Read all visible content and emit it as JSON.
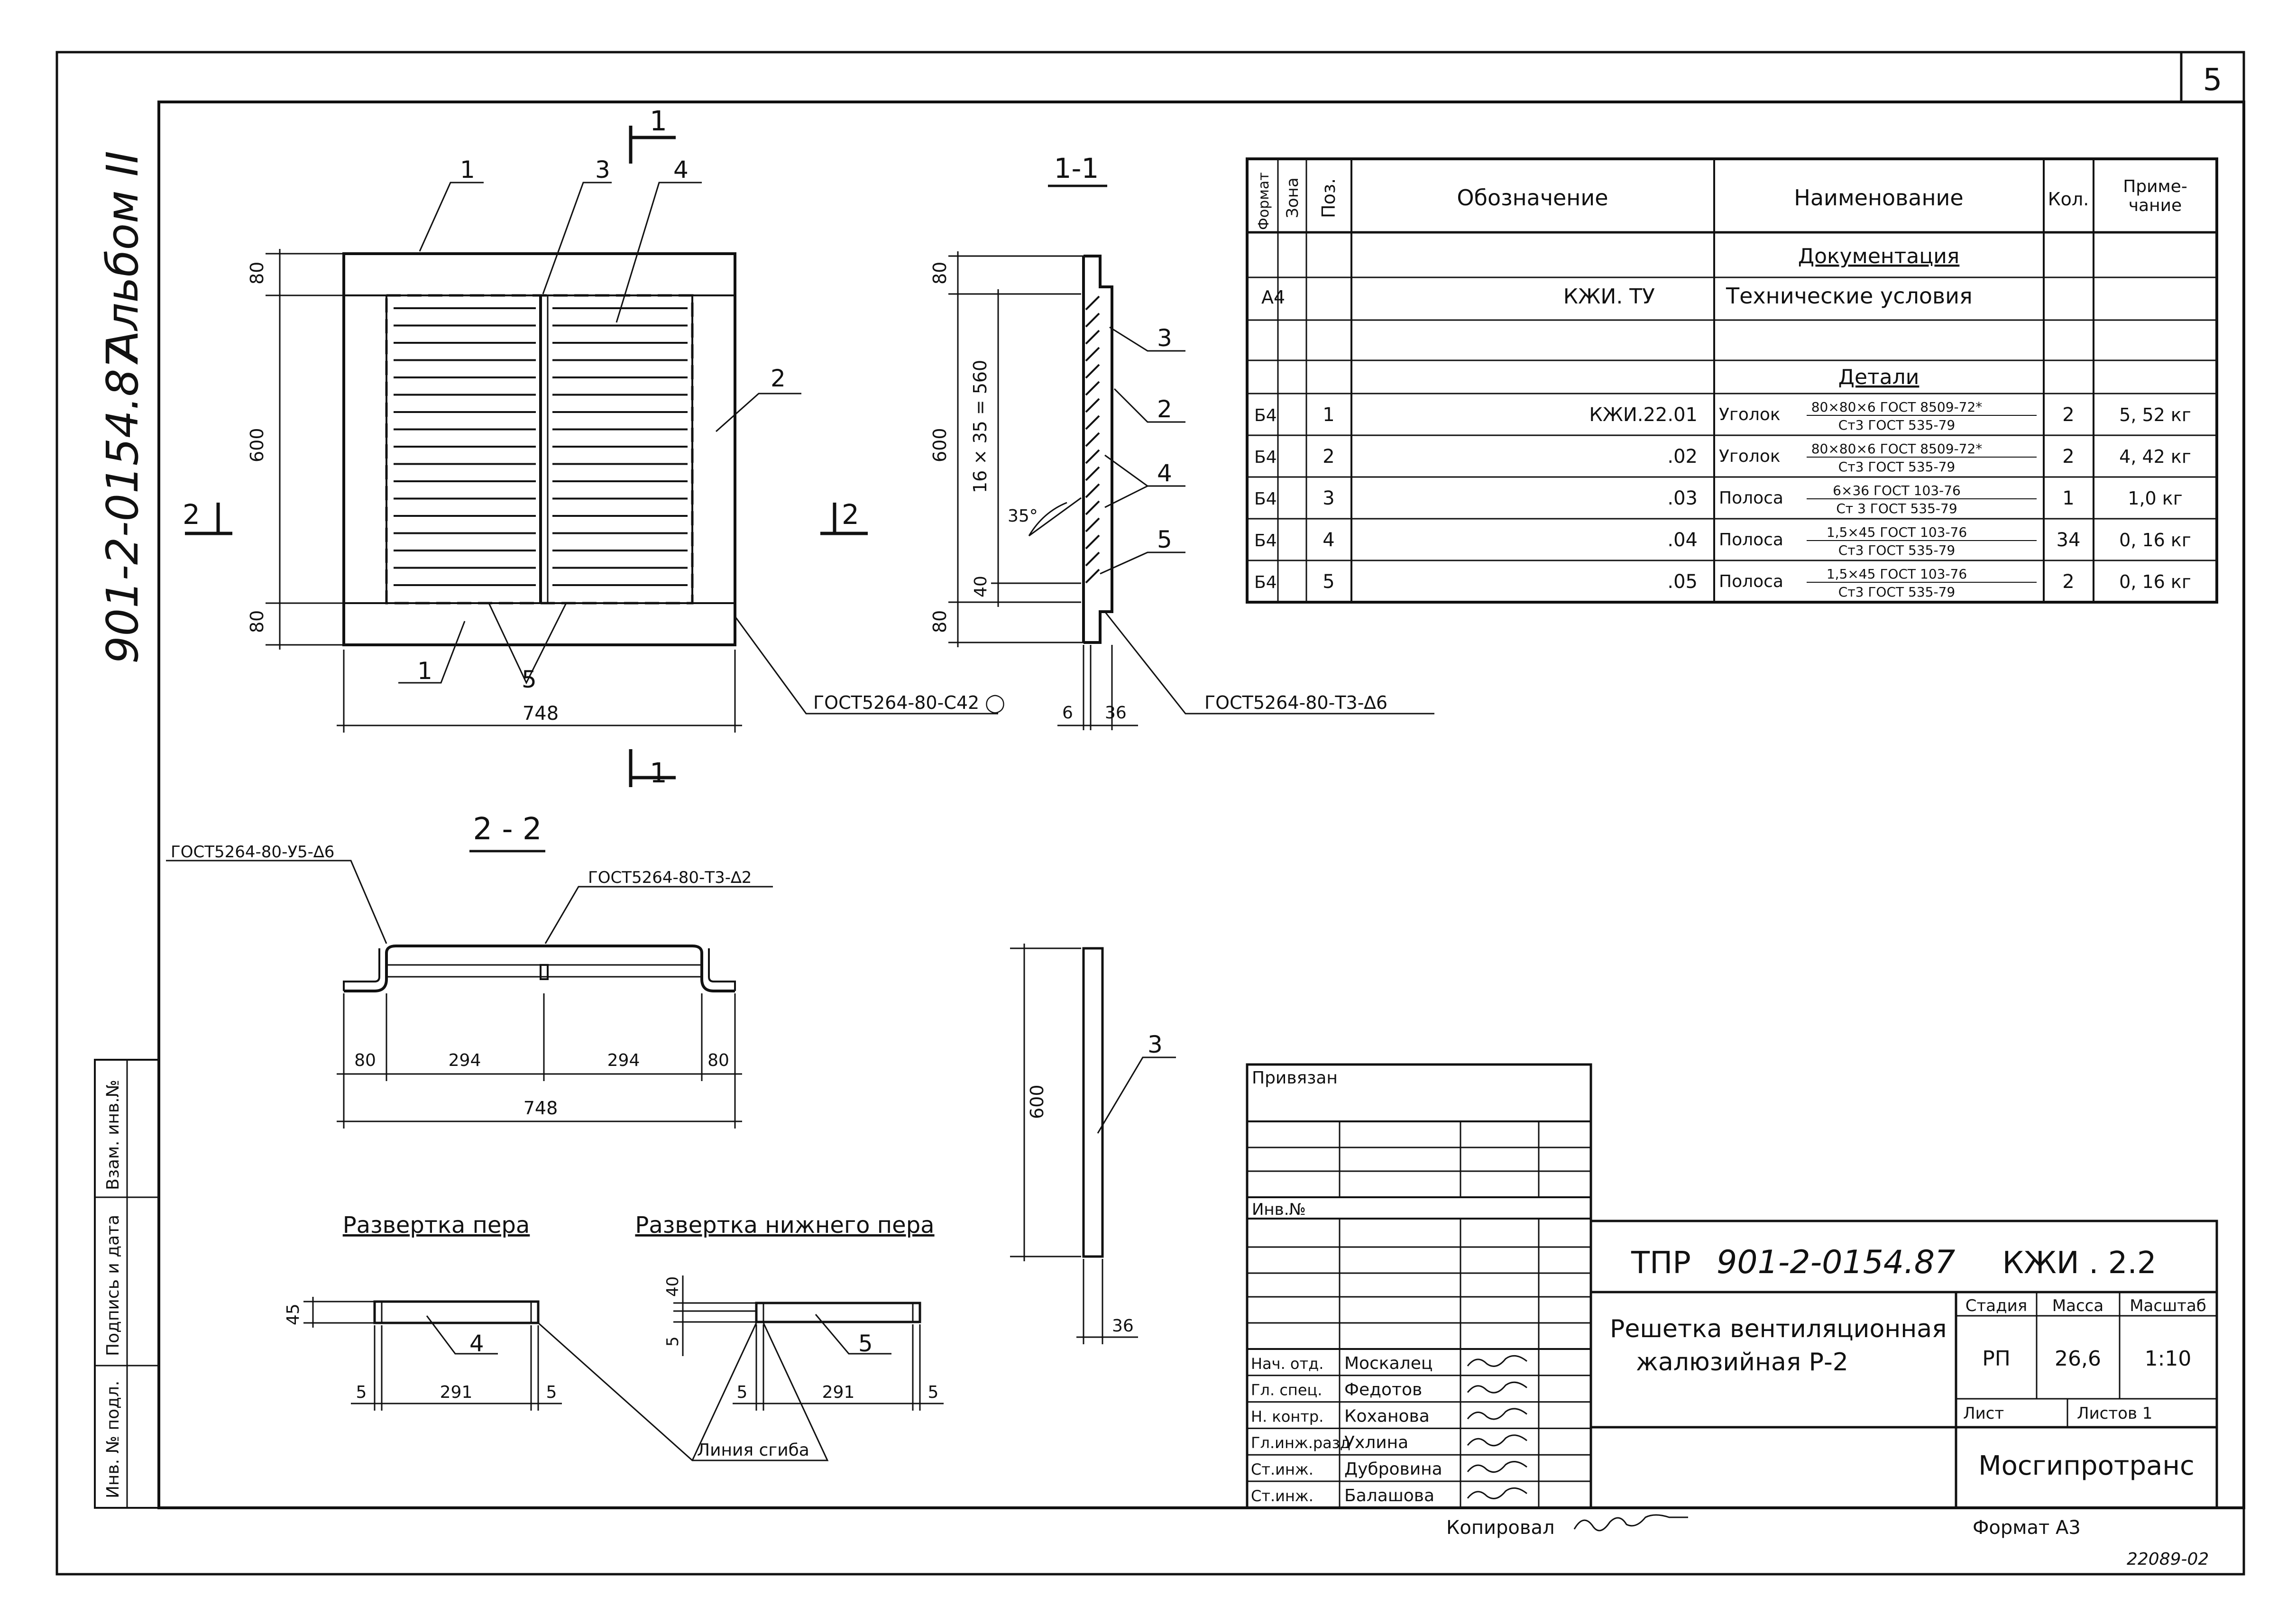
{
  "sheet": {
    "number": "5",
    "album_code": "901-2-0154.87",
    "album_name": "Альбом II"
  },
  "view_main": {
    "section_label": "1",
    "section_side": "2",
    "dims": {
      "frame_top": "80",
      "inner": "600",
      "frame_bottom": "80",
      "width": "748"
    },
    "positions": [
      "1",
      "2",
      "3",
      "4",
      "5",
      "5",
      "1"
    ],
    "weld": "ГОСТ5264-80-С42 ◯"
  },
  "view_section_1_1": {
    "title": "1-1",
    "dims": {
      "top": "80",
      "pitch": "16 × 35 = 560",
      "full": "600",
      "bottom_gap": "40",
      "bottom": "80",
      "angle": "35°",
      "left": "6",
      "right": "36"
    },
    "positions": [
      "3",
      "2",
      "4",
      "5"
    ],
    "weld": "ГОСТ5264-80-Т3-∆6"
  },
  "view_section_2_2": {
    "title": "2 - 2",
    "weld_left": "ГОСТ5264-80-У5-∆6",
    "weld_top": "ГОСТ5264-80-Т3-∆2",
    "dims": [
      "80",
      "294",
      "294",
      "80"
    ],
    "total": "748"
  },
  "strip_view": {
    "height": "600",
    "width": "36",
    "position": "3"
  },
  "unfold_blade": {
    "title": "Развертка пера",
    "dims": [
      "5",
      "291",
      "5"
    ],
    "height": "45",
    "position": "4"
  },
  "unfold_bottom_blade": {
    "title": "Развертка нижнего пера",
    "dims": [
      "5",
      "291",
      "5"
    ],
    "h1": "40",
    "h2": "5",
    "position": "5"
  },
  "bend_line_label": "Линия сгиба",
  "spec": {
    "headers": [
      "Формат",
      "Зона",
      "Поз.",
      "Обозначение",
      "Наименование",
      "Кол.",
      "Приме-\nчание"
    ],
    "section_docs": "Документация",
    "doc_row": {
      "format": "А4",
      "designation": "КЖИ. ТУ",
      "name": "Технические условия"
    },
    "section_parts": "Детали",
    "rows": [
      {
        "format": "Б4",
        "pos": "1",
        "designation": "КЖИ.22.01",
        "name": "Уголок",
        "top": "80×80×6 ГОСТ 8509-72*",
        "bottom": "Ст3 ГОСТ 535-79",
        "qty": "2",
        "note": "5, 52 кг"
      },
      {
        "format": "Б4",
        "pos": "2",
        "designation": ".02",
        "name": "Уголок",
        "top": "80×80×6 ГОСТ 8509-72*",
        "bottom": "Ст3 ГОСТ 535-79",
        "qty": "2",
        "note": "4, 42 кг"
      },
      {
        "format": "Б4",
        "pos": "3",
        "designation": ".03",
        "name": "Полоса",
        "top": "6×36 ГОСТ 103-76",
        "bottom": "Ст 3 ГОСТ 535-79",
        "qty": "1",
        "note": "1,0 кг"
      },
      {
        "format": "Б4",
        "pos": "4",
        "designation": ".04",
        "name": "Полоса",
        "top": "1,5×45 ГОСТ 103-76",
        "bottom": "Ст3 ГОСТ 535-79",
        "qty": "34",
        "note": "0, 16 кг"
      },
      {
        "format": "Б4",
        "pos": "5",
        "designation": ".05",
        "name": "Полоса",
        "top": "1,5×45 ГОСТ 103-76",
        "bottom": "Ст3 ГОСТ 535-79",
        "qty": "2",
        "note": "0, 16 кг"
      }
    ]
  },
  "side_stamp": [
    "Инв. № подл.",
    "Подпись и дата",
    "Взам. инв.№"
  ],
  "title_block": {
    "bound_label": "Привязан",
    "inv_label": "Инв.№",
    "doc_code": "ТПР",
    "doc_number": "901-2-0154.87",
    "mark": "КЖИ . 2.2",
    "title_line1": "Решетка вентиляционная",
    "title_line2": "жалюзийная Р-2",
    "stage_label": "Стадия",
    "mass_label": "Масса",
    "scale_label": "Масштаб",
    "stage": "РП",
    "mass": "26,6",
    "scale": "1:10",
    "sheet_label": "Лист",
    "sheets_label": "Листов 1",
    "org": "Мосгипротранс",
    "people": [
      {
        "role": "Нач. отд.",
        "name": "Москалец"
      },
      {
        "role": "Гл. спец.",
        "name": "Федотов"
      },
      {
        "role": "Н. контр.",
        "name": "Коханова"
      },
      {
        "role": "Гл.инж.разд",
        "name": "Ухлина"
      },
      {
        "role": "Ст.инж.",
        "name": "Дубровина"
      },
      {
        "role": "Ст.инж.",
        "name": "Балашова"
      }
    ]
  },
  "footer": {
    "copied_label": "Копировал",
    "format_label": "Формат А3",
    "code": "22089-02"
  }
}
